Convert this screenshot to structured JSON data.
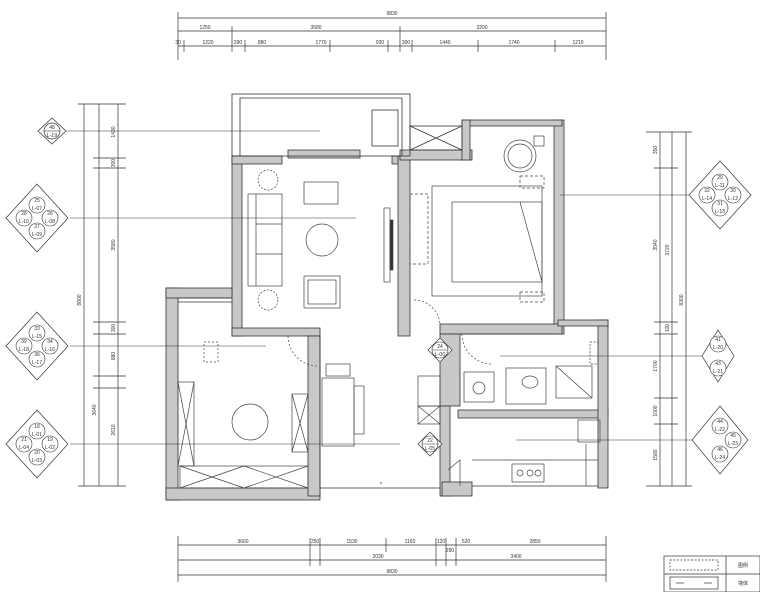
{
  "dimensions": {
    "top_overall": "9830",
    "top_row1": [
      "1250",
      "3580",
      "3200"
    ],
    "top_row2": [
      "30",
      "1220",
      "290",
      "880",
      "1770",
      "930",
      "300",
      "1440",
      "1740",
      "1210"
    ],
    "bottom_row1": [
      "3660",
      "250",
      "1530",
      "1160",
      "120",
      "520",
      "2850"
    ],
    "bottom_row2": [
      "290",
      "2030",
      "3400"
    ],
    "bottom_overall": "9830",
    "left_overall": "8800",
    "left_segments": [
      "1430",
      "300",
      "3580",
      "300",
      "880",
      "3640",
      "2610"
    ],
    "right_overall": "8300",
    "right_segments": [
      "350",
      "3540",
      "3720",
      "100",
      "1700",
      "1000",
      "1580"
    ]
  },
  "elevation_markers": {
    "left": [
      {
        "tags": [
          [
            "48",
            "L-19"
          ]
        ]
      },
      {
        "tags": [
          [
            "25",
            "L-07"
          ],
          [
            "28",
            "L-10"
          ],
          [
            "26",
            "L-08"
          ],
          [
            "27",
            "L-09"
          ]
        ]
      },
      {
        "tags": [
          [
            "33",
            "L-15"
          ],
          [
            "39",
            "L-18"
          ],
          [
            "34",
            "L-16"
          ],
          [
            "36",
            "L-17"
          ]
        ]
      },
      {
        "tags": [
          [
            "18",
            "L-01"
          ],
          [
            "21",
            "L-04"
          ],
          [
            "19",
            "L-02"
          ],
          [
            "20",
            "L-03"
          ]
        ]
      }
    ],
    "right": [
      {
        "tags": [
          [
            "29",
            "L-11"
          ],
          [
            "32",
            "L-14"
          ],
          [
            "30",
            "L-12"
          ],
          [
            "31",
            "L-13"
          ]
        ]
      },
      {
        "tags": [
          [
            "41",
            "L-20"
          ],
          [
            "43",
            "L-21"
          ]
        ]
      },
      {
        "tags": [
          [
            "44",
            "L-22"
          ],
          [
            "45",
            "L-23"
          ],
          [
            "46",
            "L-24"
          ]
        ]
      }
    ],
    "interior": [
      {
        "num": "24",
        "ref": "L-06"
      },
      {
        "num": "22",
        "ref": "L-05"
      }
    ]
  },
  "legend": {
    "row1": "图例",
    "row2": "墙体"
  },
  "colors": {
    "wall": "#c8c8c8",
    "line": "#333333",
    "dash": "#666666"
  }
}
